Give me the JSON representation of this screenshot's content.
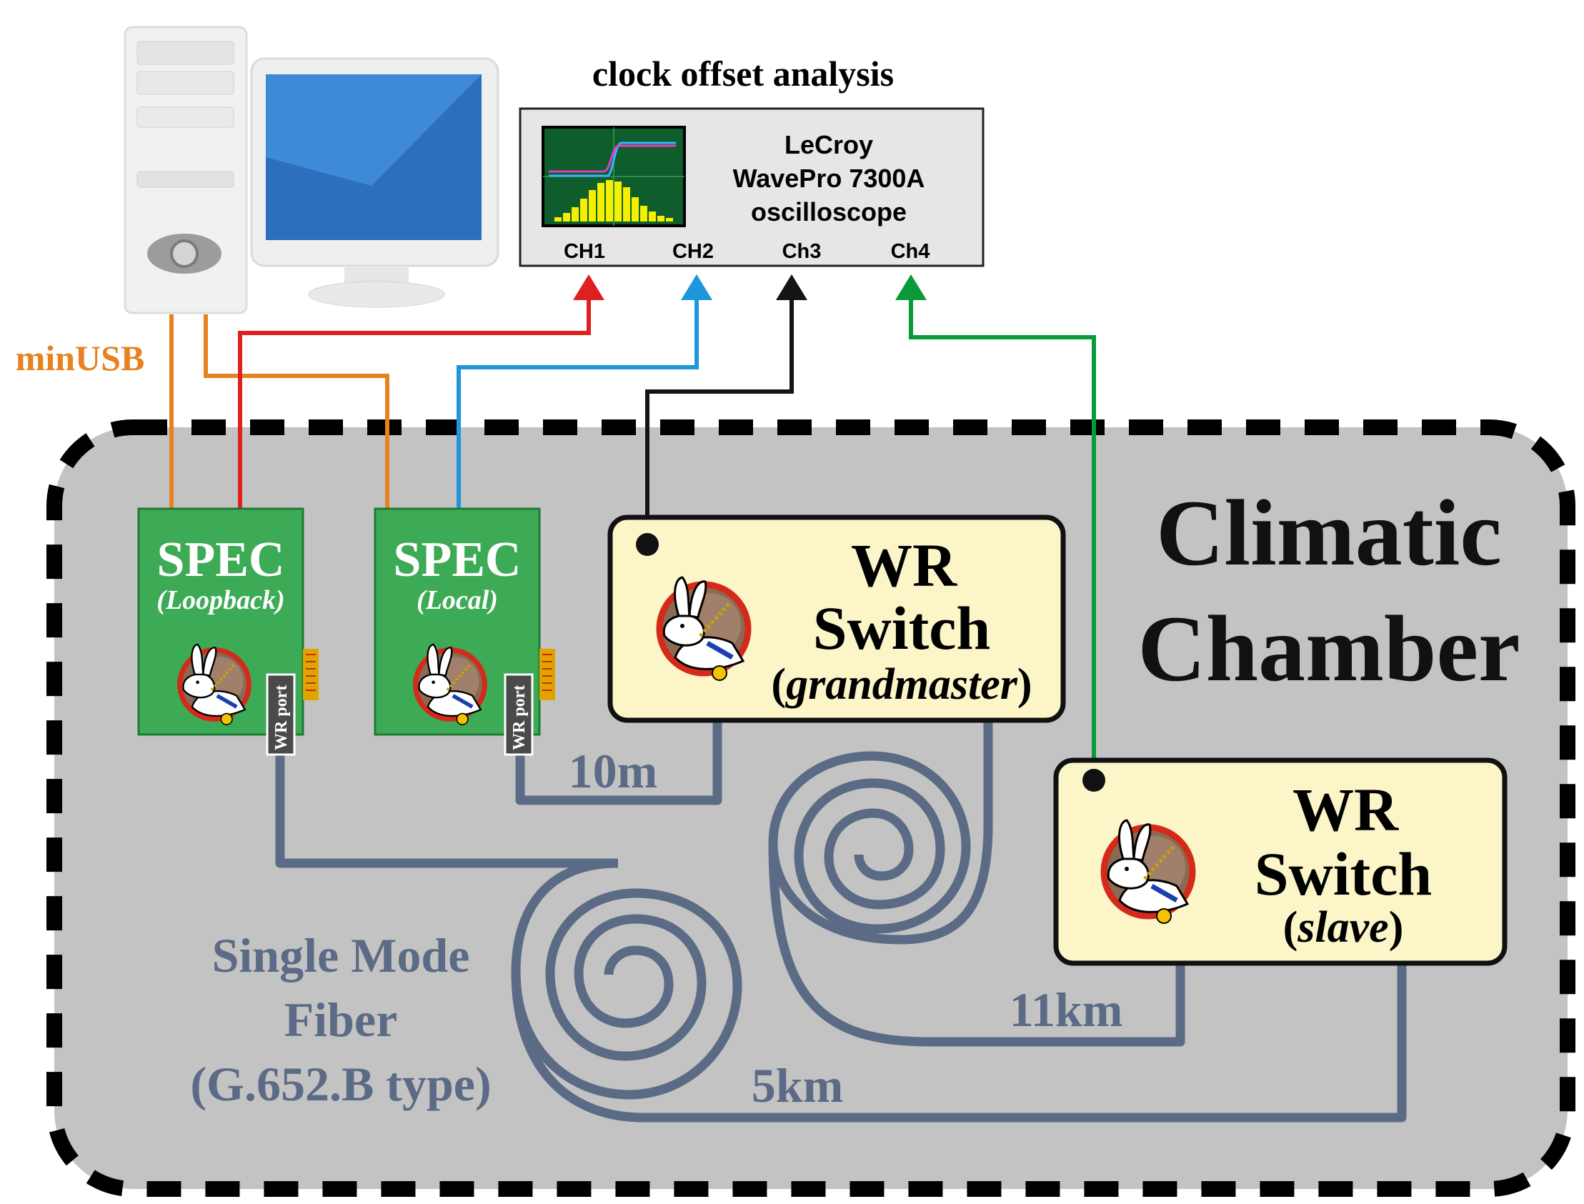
{
  "heading": "clock offset analysis",
  "scope": {
    "line1": "LeCroy",
    "line2": "WavePro 7300A",
    "line3": "oscilloscope",
    "channels": [
      "CH1",
      "CH2",
      "Ch3",
      "Ch4"
    ]
  },
  "usb_label": "minUSB",
  "chamber": {
    "line1": "Climatic",
    "line2": "Chamber"
  },
  "spec_loopback": {
    "title": "SPEC",
    "subtitle": "(Loopback)",
    "port": "WR port"
  },
  "spec_local": {
    "title": "SPEC",
    "subtitle": "(Local)",
    "port": "WR port"
  },
  "switch_gm": {
    "line1": "WR",
    "line2": "Switch",
    "open": "(",
    "role": "grandmaster",
    "close": ")"
  },
  "switch_slave": {
    "line1": "WR",
    "line2": "Switch",
    "open": "(",
    "role": "slave",
    "close": ")"
  },
  "fiber": {
    "line1": "Single Mode",
    "line2": "Fiber",
    "line3": "(G.652.B type)"
  },
  "lengths": {
    "short": "10m",
    "long": "11km",
    "mid": "5km"
  },
  "colors": {
    "ch1": "#e02020",
    "ch2": "#1e96dc",
    "ch3": "#141414",
    "ch4": "#0a9a3c",
    "usb": "#e8821e",
    "fiber": "#5c6b85",
    "chamber": "#c3c3c3",
    "spec_board": "#3daa55",
    "switch_box": "#fbf5c8",
    "scope_panel": "#e6e6e6"
  }
}
